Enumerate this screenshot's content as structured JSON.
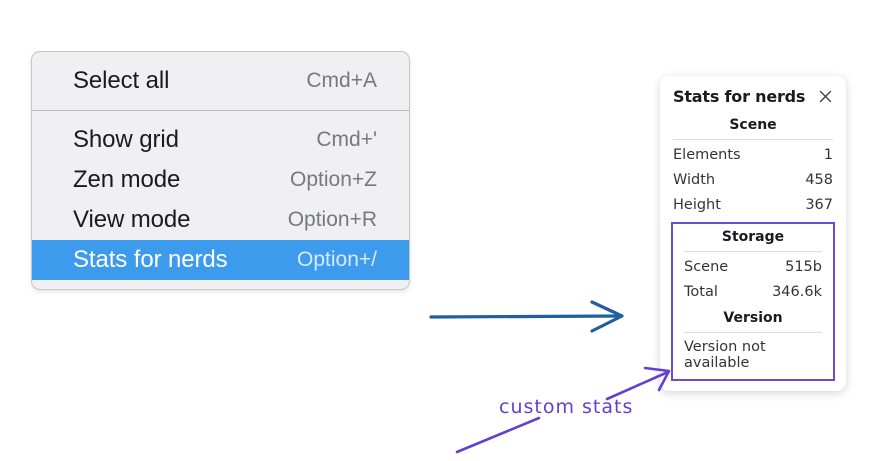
{
  "menu": {
    "groups": [
      {
        "items": [
          {
            "label": "Select all",
            "shortcut": "Cmd+A",
            "selected": false
          }
        ]
      },
      {
        "items": [
          {
            "label": "Show grid",
            "shortcut": "Cmd+'",
            "selected": false
          },
          {
            "label": "Zen mode",
            "shortcut": "Option+Z",
            "selected": false
          },
          {
            "label": "View mode",
            "shortcut": "Option+R",
            "selected": false
          },
          {
            "label": "Stats for nerds",
            "shortcut": "Option+/",
            "selected": true
          }
        ]
      }
    ],
    "highlight_color": "#3c9bec"
  },
  "stats_panel": {
    "title": "Stats for nerds",
    "close_icon": "close-icon",
    "sections": [
      {
        "name": "scene",
        "title": "Scene",
        "highlighted": false,
        "rows": [
          {
            "label": "Elements",
            "value": "1"
          },
          {
            "label": "Width",
            "value": "458"
          },
          {
            "label": "Height",
            "value": "367"
          }
        ]
      },
      {
        "name": "storage",
        "title": "Storage",
        "highlighted": true,
        "rows": [
          {
            "label": "Scene",
            "value": "515b"
          },
          {
            "label": "Total",
            "value": "346.6k"
          }
        ]
      },
      {
        "name": "version",
        "title": "Version",
        "highlighted": true,
        "note": "Version not available"
      }
    ],
    "highlight_color": "#6a4bd4"
  },
  "annotations": {
    "custom_stats_label": "custom stats",
    "arrow_blue_color": "#1f5fa0",
    "arrow_purple_color": "#6340d0"
  }
}
